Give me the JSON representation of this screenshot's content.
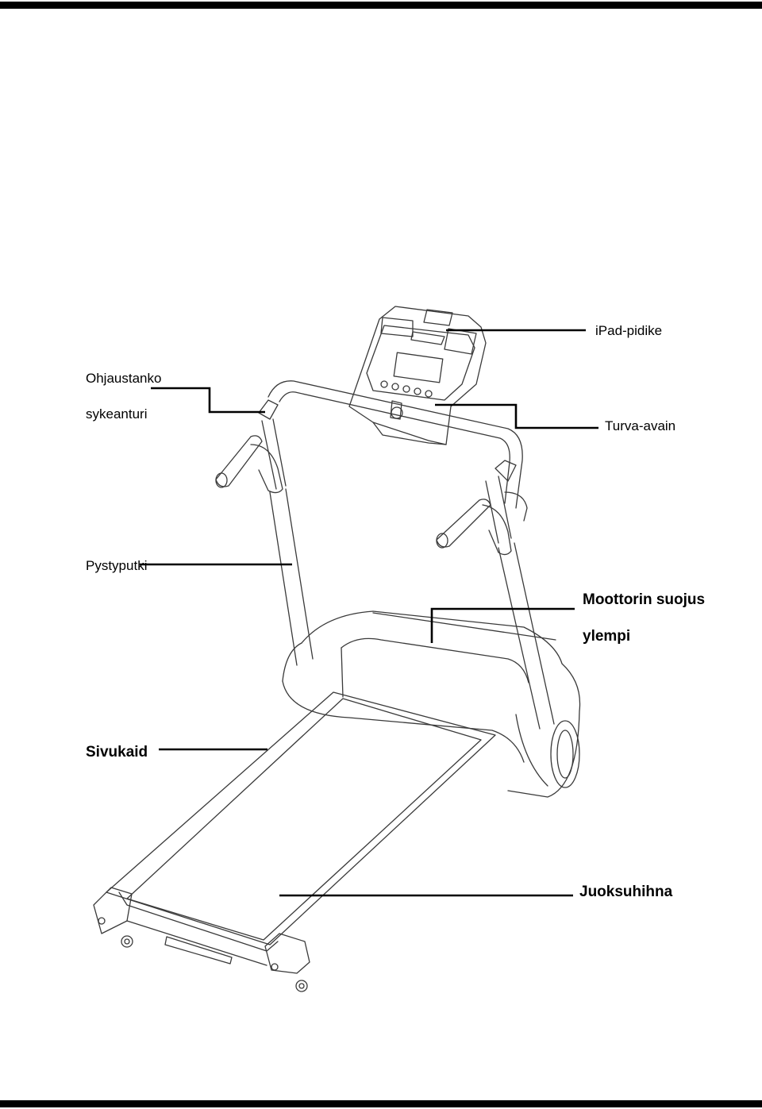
{
  "labels": {
    "ipad_holder": "iPad-pidike",
    "handlebar_line1": "Ohjaustanko",
    "handlebar_line2": "sykeanturi",
    "safety_key": "Turva-avain",
    "upright": "Pystyputki",
    "motor_cover_line1": "Moottorin suojus",
    "motor_cover_line2": "ylempi",
    "side_rail": "Sivukaid",
    "running_belt": "Juoksuhihna"
  },
  "colors": {
    "ink": "#000000",
    "paper": "#ffffff",
    "line_art": "#3a3a3a"
  }
}
